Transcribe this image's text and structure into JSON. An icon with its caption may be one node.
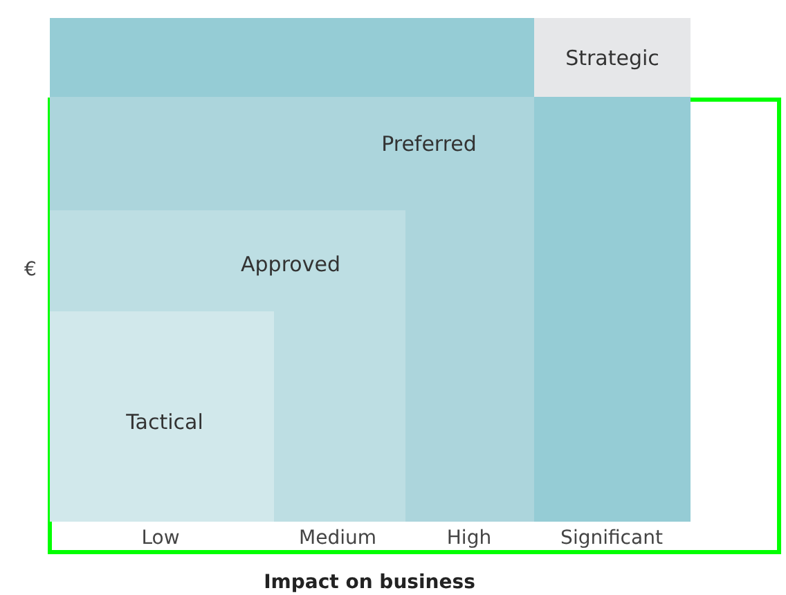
{
  "diagram": {
    "nodes": [
      {
        "text": [
          "Strategic"
        ]
      },
      {
        "text": [
          "Preferred"
        ],
        "in": 0
      },
      {
        "text": [
          "Approved"
        ],
        "in": 1
      },
      {
        "text": [
          "Tactical"
        ],
        "in": 2
      }
    ],
    "labels": [
      "€",
      "Low",
      "Medium",
      "High",
      "Significant",
      "Impact on business"
    ]
  }
}
